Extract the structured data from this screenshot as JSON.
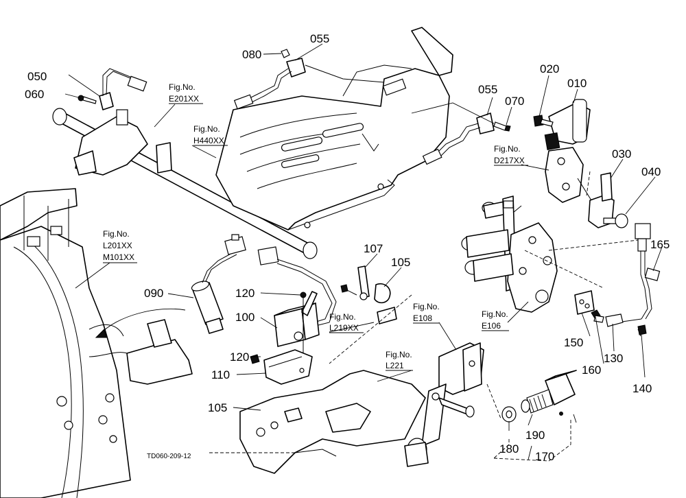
{
  "drawing_code": "TD060-209-12",
  "part_numbers": {
    "p050": "050",
    "p060": "060",
    "p080": "080",
    "p055a": "055",
    "p055b": "055",
    "p070": "070",
    "p020": "020",
    "p010": "010",
    "p030": "030",
    "p040": "040",
    "p165": "165",
    "p090": "090",
    "p107": "107",
    "p105a": "105",
    "p120a": "120",
    "p100": "100",
    "p120b": "120",
    "p110": "110",
    "p105b": "105",
    "p150": "150",
    "p160": "160",
    "p130": "130",
    "p140": "140",
    "p180": "180",
    "p190": "190",
    "p170": "170"
  },
  "figure_refs": {
    "e201": {
      "line1": "Fig.No.",
      "line2": "E201XX"
    },
    "h440": {
      "line1": "Fig.No.",
      "line2": "H440XX"
    },
    "d217": {
      "line1": "Fig.No.",
      "line2": "D217XX"
    },
    "l201": {
      "line1": "Fig.No.",
      "line2": "L201XX",
      "line3": "M101XX"
    },
    "l219": {
      "line1": "Fig.No.",
      "line2": "L219XX"
    },
    "e108": {
      "line1": "Fig.No.",
      "line2": "E108"
    },
    "l221": {
      "line1": "Fig.No.",
      "line2": "L221"
    },
    "e106": {
      "line1": "Fig.No.",
      "line2": "E106"
    }
  }
}
